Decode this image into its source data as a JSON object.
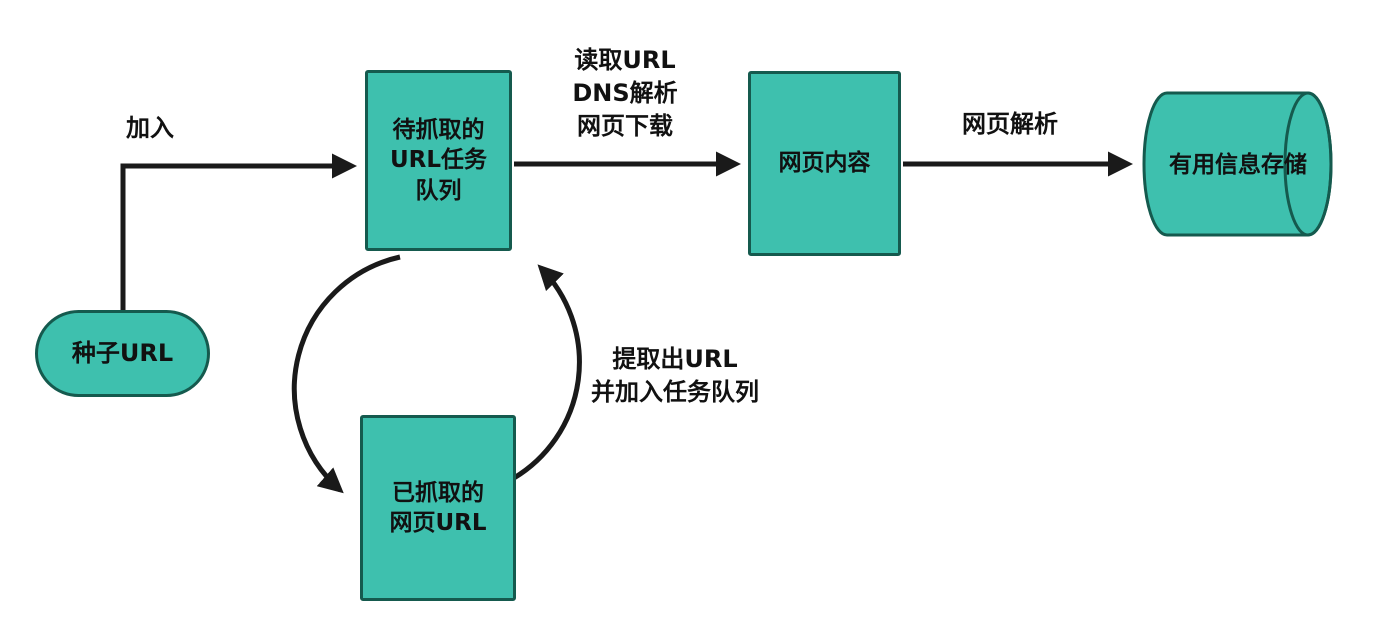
{
  "diagram": {
    "title": "web-crawler-flow",
    "nodes": {
      "seed": {
        "label": "种子URL"
      },
      "queue": {
        "label": "待抓取的\nURL任务\n队列"
      },
      "content": {
        "label": "网页内容"
      },
      "storage": {
        "label": "有用信息存储"
      },
      "crawled": {
        "label": "已抓取的\n网页URL"
      }
    },
    "edges": {
      "join": {
        "label": "加入",
        "from": "seed",
        "to": "queue"
      },
      "fetch": {
        "label": "读取URL\nDNS解析\n网页下载",
        "from": "queue",
        "to": "content"
      },
      "parse": {
        "label": "网页解析",
        "from": "content",
        "to": "storage"
      },
      "loop_down": {
        "label": "",
        "from": "queue",
        "to": "crawled"
      },
      "extract": {
        "label": "提取出URL\n并加入任务队列",
        "from": "crawled",
        "to": "queue"
      }
    },
    "colors": {
      "node_fill": "#3ec0ae",
      "node_border": "#155a4e",
      "arrow": "#1a1a1a",
      "text": "#111111",
      "background": "#ffffff"
    }
  }
}
